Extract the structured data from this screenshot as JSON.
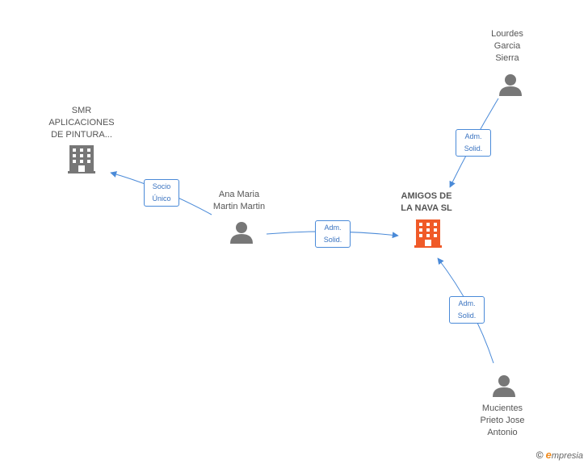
{
  "nodes": {
    "main": {
      "label": "AMIGOS DE\nLA NAVA SL",
      "color": "#f05a28"
    },
    "smr": {
      "label": "SMR\nAPLICACIONES\nDE PINTURA..."
    },
    "ana": {
      "label": "Ana Maria\nMartin Martin"
    },
    "lourdes": {
      "label": "Lourdes\nGarcia\nSierra"
    },
    "mucientes": {
      "label": "Mucientes\nPrieto Jose\nAntonio"
    }
  },
  "edges": {
    "ana_smr": "Socio\nÚnico",
    "ana_main": "Adm.\nSolid.",
    "lourdes_main": "Adm.\nSolid.",
    "mucientes_main": "Adm.\nSolid."
  },
  "colors": {
    "edge": "#4a8ad8",
    "icon": "#777777",
    "accent": "#f05a28"
  },
  "brand": {
    "copyright": "©",
    "e": "e",
    "rest": "mpresia"
  }
}
